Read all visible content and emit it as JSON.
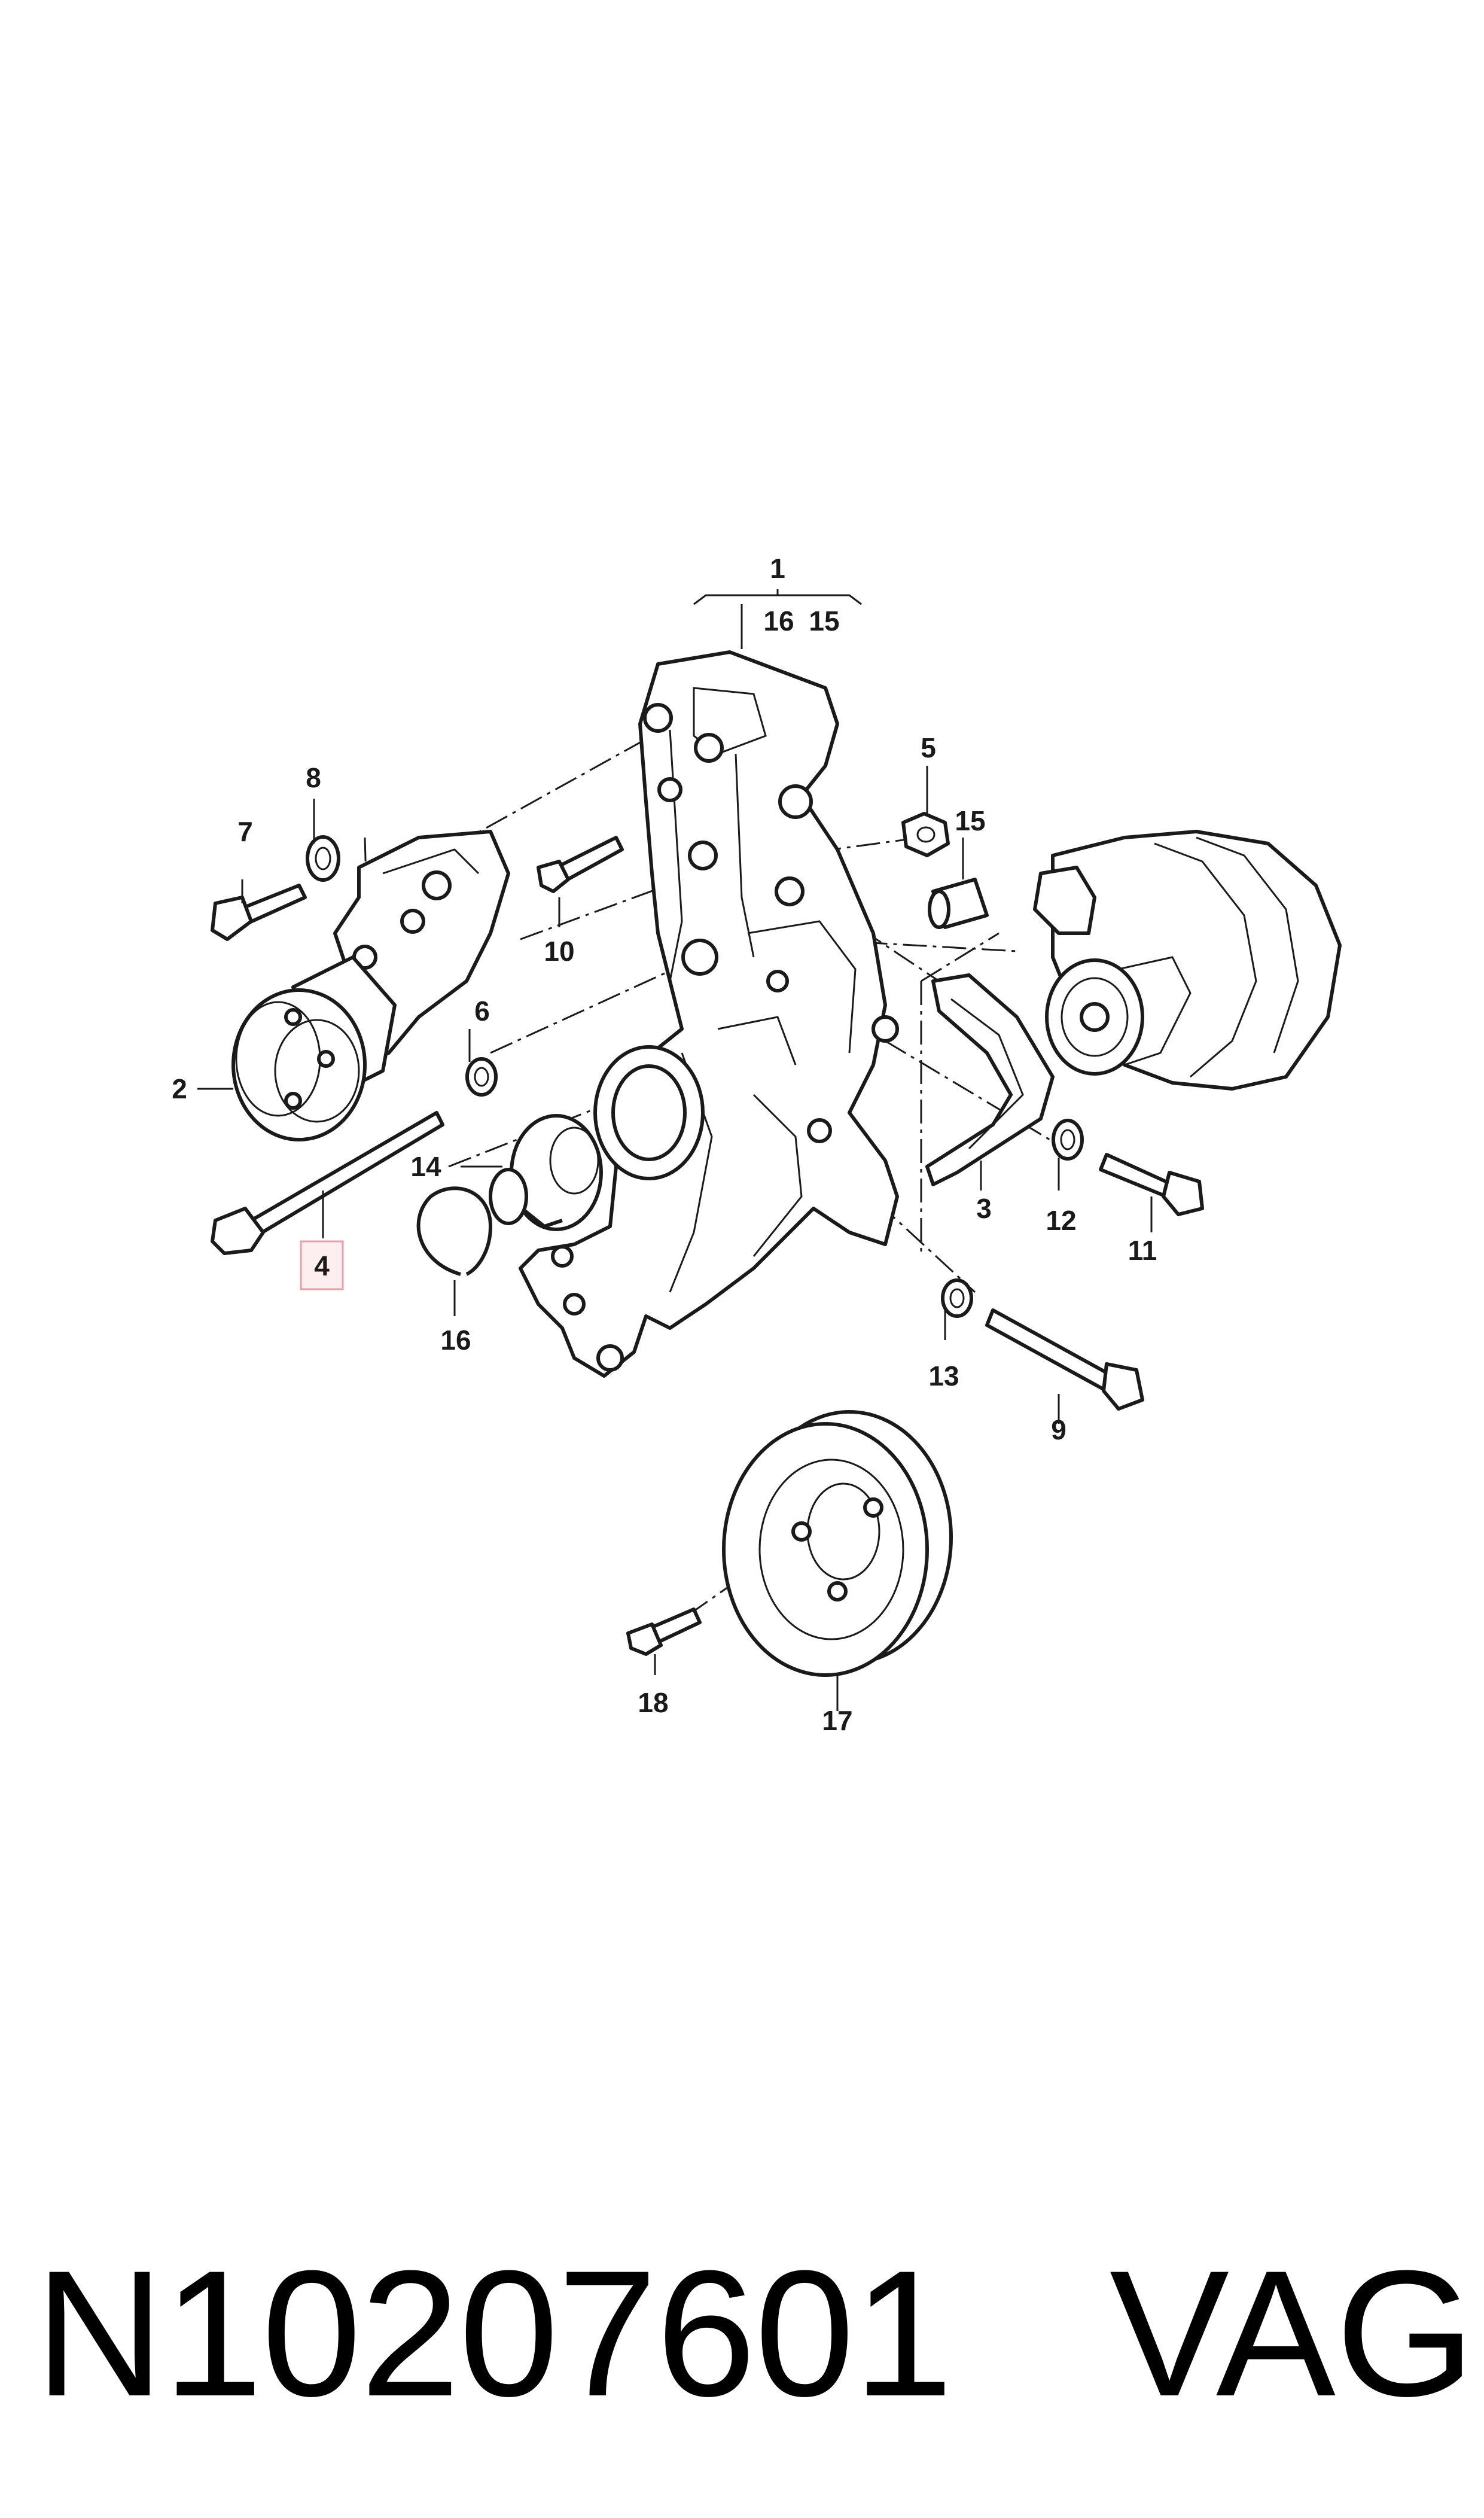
{
  "diagram": {
    "callouts": [
      {
        "id": "1",
        "text": "1"
      },
      {
        "id": "16a",
        "text": "16"
      },
      {
        "id": "15a",
        "text": "15"
      },
      {
        "id": "2",
        "text": "2"
      },
      {
        "id": "3",
        "text": "3"
      },
      {
        "id": "4",
        "text": "4",
        "highlighted": true
      },
      {
        "id": "5",
        "text": "5"
      },
      {
        "id": "6",
        "text": "6"
      },
      {
        "id": "7",
        "text": "7"
      },
      {
        "id": "8",
        "text": "8"
      },
      {
        "id": "9",
        "text": "9"
      },
      {
        "id": "10",
        "text": "10"
      },
      {
        "id": "11",
        "text": "11"
      },
      {
        "id": "12",
        "text": "12"
      },
      {
        "id": "13",
        "text": "13"
      },
      {
        "id": "14",
        "text": "14"
      },
      {
        "id": "15b",
        "text": "15"
      },
      {
        "id": "16b",
        "text": "16"
      },
      {
        "id": "17",
        "text": "17"
      },
      {
        "id": "18",
        "text": "18"
      }
    ],
    "highlight_color": "#e8a0a8",
    "highlight_fill": "#fdeef0"
  },
  "footer": {
    "part_number": "N10207601",
    "brand": "VAG"
  }
}
